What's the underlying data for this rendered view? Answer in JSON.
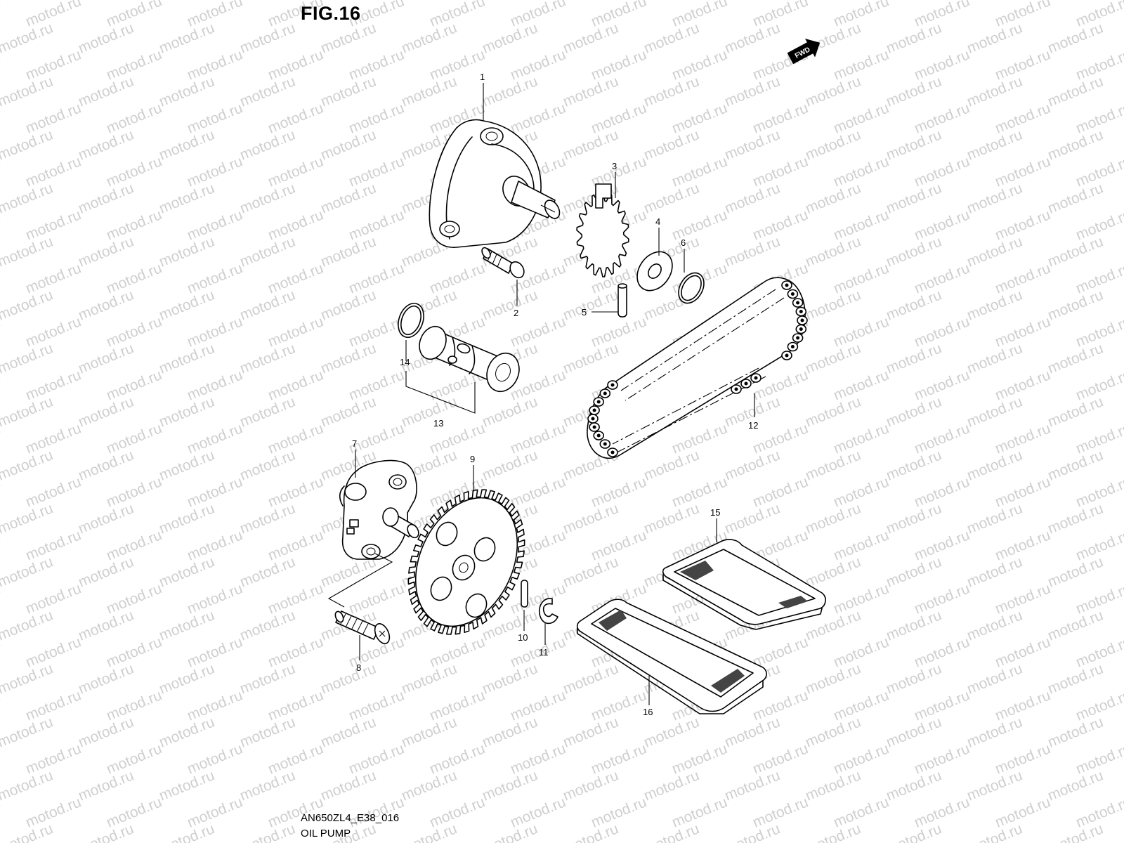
{
  "figure": {
    "title": "FIG.16",
    "code": "AN650ZL4_E38_016",
    "name": "OIL PUMP",
    "watermark": "motod.ru",
    "fwd_label": "FWD"
  },
  "callouts": [
    {
      "id": "1",
      "label": "1"
    },
    {
      "id": "2",
      "label": "2"
    },
    {
      "id": "3",
      "label": "3"
    },
    {
      "id": "4",
      "label": "4"
    },
    {
      "id": "5",
      "label": "5"
    },
    {
      "id": "6",
      "label": "6"
    },
    {
      "id": "7",
      "label": "7"
    },
    {
      "id": "8",
      "label": "8"
    },
    {
      "id": "9",
      "label": "9"
    },
    {
      "id": "10",
      "label": "10"
    },
    {
      "id": "11",
      "label": "11"
    },
    {
      "id": "12",
      "label": "12"
    },
    {
      "id": "13",
      "label": "13"
    },
    {
      "id": "14",
      "label": "14"
    },
    {
      "id": "15",
      "label": "15"
    },
    {
      "id": "16",
      "label": "16"
    }
  ]
}
